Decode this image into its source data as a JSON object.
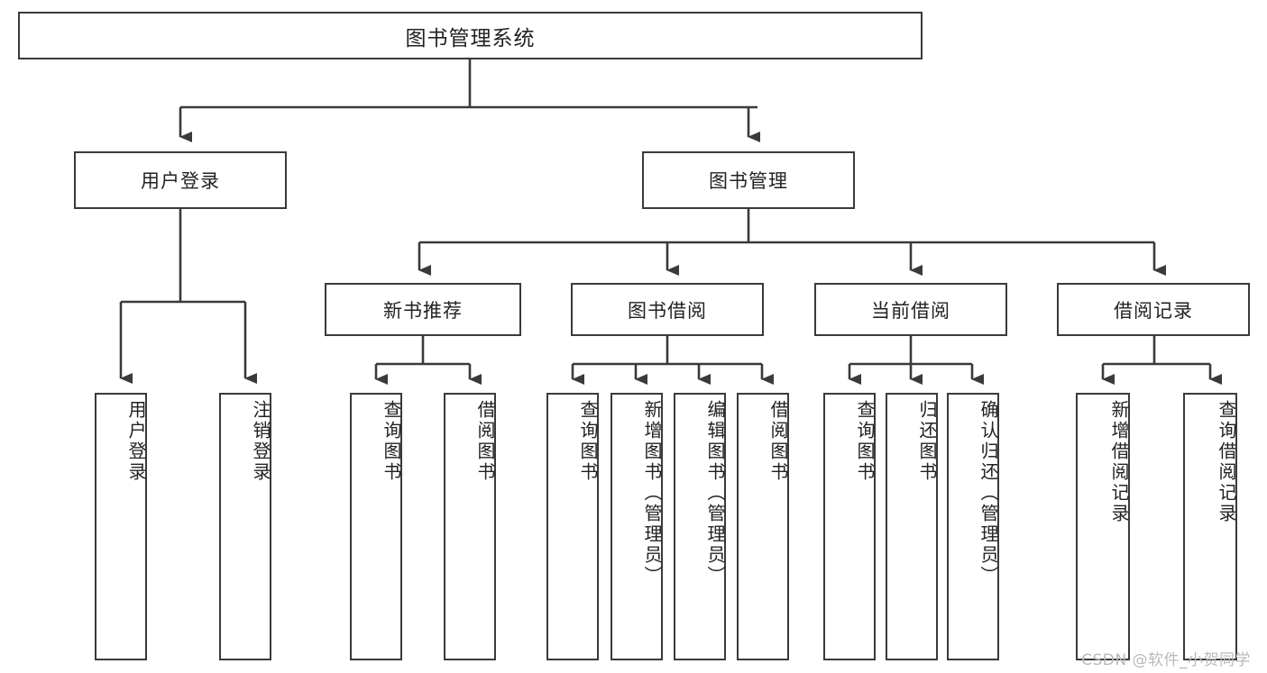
{
  "diagram": {
    "title": "图书管理系统",
    "watermark": "CSDN @软件_小贺同学",
    "colors": {
      "box_border": "#3a3a3a",
      "line": "#3a3a3a",
      "background": "#ffffff",
      "text": "#222222",
      "watermark": "#b9b9b9"
    },
    "root": {
      "label": "图书管理系统"
    },
    "level2": [
      {
        "label": "用户登录"
      },
      {
        "label": "图书管理"
      }
    ],
    "level3": [
      {
        "label": "新书推荐"
      },
      {
        "label": "图书借阅"
      },
      {
        "label": "当前借阅"
      },
      {
        "label": "借阅记录"
      }
    ],
    "leaves": {
      "user_login": [
        {
          "label": "用户登录"
        },
        {
          "label": "注销登录"
        }
      ],
      "new_book_recommend": [
        {
          "label": "查询图书"
        },
        {
          "label": "借阅图书"
        }
      ],
      "book_borrow": [
        {
          "label": "查询图书"
        },
        {
          "label": "新增图书（管理员）"
        },
        {
          "label": "编辑图书（管理员）"
        },
        {
          "label": "借阅图书"
        }
      ],
      "current_borrow": [
        {
          "label": "查询图书"
        },
        {
          "label": "归还图书"
        },
        {
          "label": "确认归还（管理员）"
        }
      ],
      "borrow_record": [
        {
          "label": "新增借阅记录"
        },
        {
          "label": "查询借阅记录"
        }
      ]
    }
  }
}
